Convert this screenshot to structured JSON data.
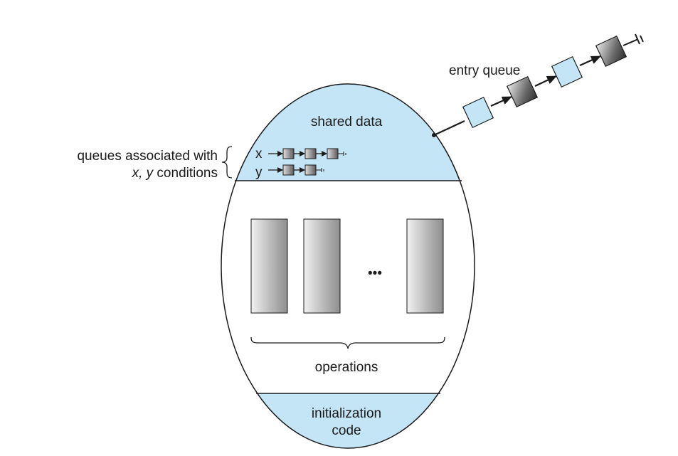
{
  "diagram": {
    "labels": {
      "entry_queue": "entry queue",
      "shared_data": "shared data",
      "queues_line1": "queues associated with",
      "queues_line2_vars": "x, y",
      "queues_line2_rest": " conditions",
      "x_var": "x",
      "y_var": "y",
      "ellipsis": "•••",
      "operations": "operations",
      "init_line1": "initialization",
      "init_line2": "code"
    },
    "colors": {
      "light_blue": "#c4e5f6",
      "outline": "#1a1a1a",
      "grey_light": "#d9d9d9",
      "grey_dark": "#3c3c3c"
    }
  }
}
